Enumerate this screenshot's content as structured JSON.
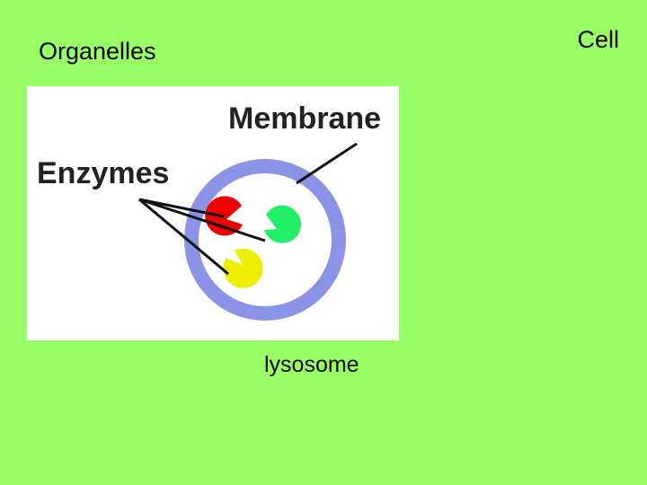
{
  "slide": {
    "title": "Organelles",
    "corner_label": "Cell",
    "caption": "lysosome",
    "background_color": "#99ff66"
  },
  "diagram": {
    "labels": {
      "membrane": "Membrane",
      "enzymes": "Enzymes"
    },
    "colors": {
      "membrane_ring": "#8b93e6",
      "cell_interior": "#ffffff",
      "enzyme_red": "#ee0000",
      "enzyme_green": "#22ee66",
      "enzyme_yellow": "#eeee00",
      "leader_lines": "#111111"
    }
  }
}
